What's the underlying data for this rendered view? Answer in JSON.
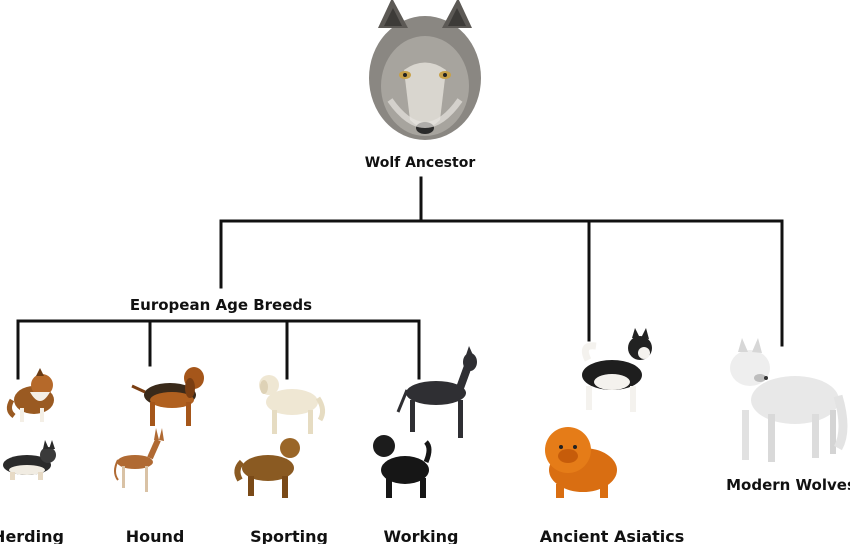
{
  "nodes": {
    "root": "Wolf Ancestor",
    "european": "European Age Breeds",
    "herding": "Herding",
    "hound": "Hound",
    "sporting": "Sporting",
    "working": "Working",
    "asiatic": "Ancient Asiatics",
    "modern": "Modern Wolves"
  },
  "colors": {
    "line": "#111111",
    "wolf_grey": "#6b6b68",
    "wolf_light": "#cfcfcf"
  },
  "icons": {
    "root": "wolf-head-icon",
    "herding": [
      "sheltie-dog-icon",
      "corgi-dog-icon"
    ],
    "hound": [
      "bloodhound-dog-icon",
      "pharaoh-hound-dog-icon"
    ],
    "sporting": [
      "labrador-dog-icon",
      "retriever-dog-icon"
    ],
    "working": [
      "great-dane-dog-icon",
      "water-dog-icon"
    ],
    "asiatic": [
      "akita-dog-icon",
      "chow-chow-dog-icon"
    ],
    "modern": [
      "white-wolf-icon"
    ]
  }
}
